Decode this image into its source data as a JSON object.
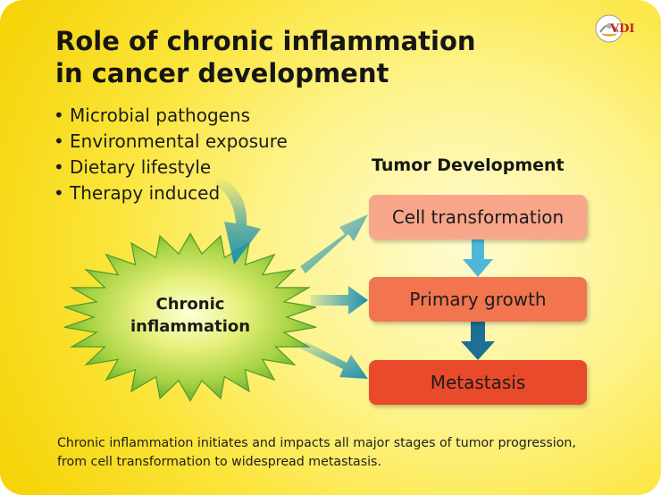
{
  "title": {
    "line1": "Role of chronic inflammation",
    "line2": "in cancer development"
  },
  "causes": [
    "Microbial pathogens",
    "Environmental exposure",
    "Dietary lifestyle",
    "Therapy induced"
  ],
  "central_node": {
    "line1": "Chronic",
    "line2": "inflammation"
  },
  "tumor_development": {
    "heading": "Tumor Development",
    "stages": [
      "Cell transformation",
      "Primary growth",
      "Metastasis"
    ]
  },
  "footer": {
    "line1": "Chronic inflammation initiates and impacts all major stages of tumor progression,",
    "line2": "from cell transformation to widespread metastasis."
  },
  "logo": {
    "text": "VDI"
  },
  "colors": {
    "stage1": "#f8a68a",
    "stage2": "#f2754f",
    "stage3": "#ea4a2c",
    "arrow": "#1d8fb1",
    "burst": "#8cc63f"
  }
}
